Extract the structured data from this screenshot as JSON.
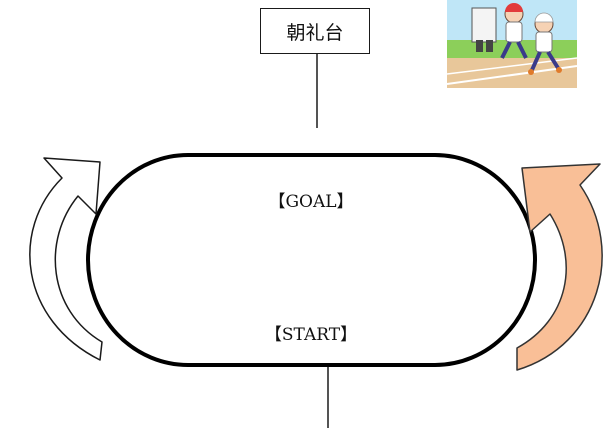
{
  "stage": {
    "label": "朝礼台"
  },
  "track": {
    "goal_label": "【GOAL】",
    "start_label": "【START】"
  },
  "arrows": {
    "left": {
      "direction": "clockwise-up",
      "fill": "#ffffff",
      "stroke": "#1a1a1a"
    },
    "right": {
      "direction": "counterclockwise-up",
      "fill": "#f9bf97",
      "stroke": "#333333"
    }
  },
  "illustration": {
    "description_icon": "children-running-race-image"
  },
  "colors": {
    "track_stroke": "#000000",
    "arrow_right_fill": "#f9bf97",
    "grass": "#8ccf5a",
    "sky": "#bfe6f7",
    "ground": "#e8c79a"
  }
}
